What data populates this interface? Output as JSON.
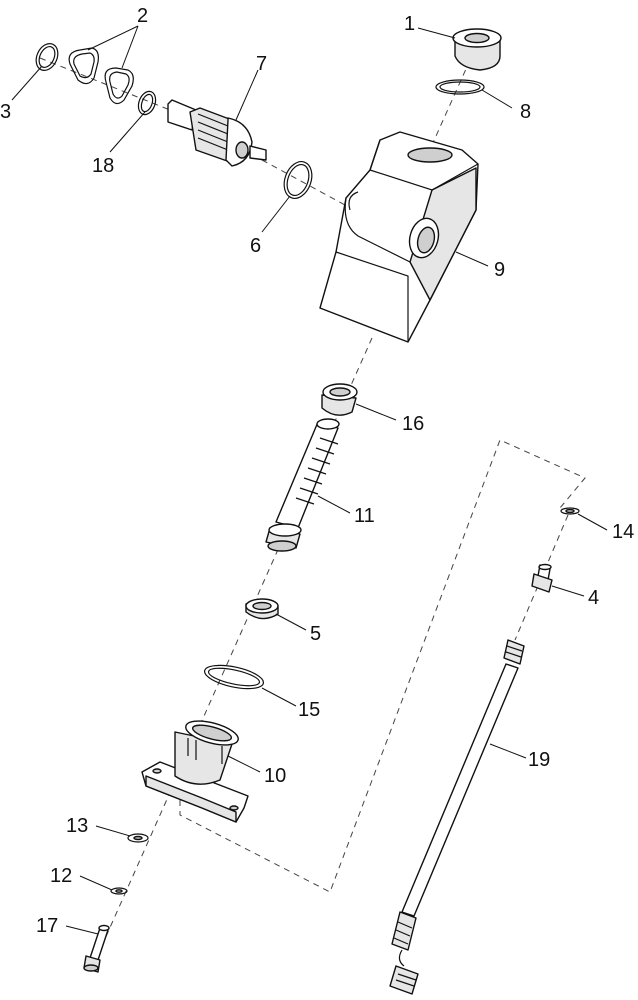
{
  "diagram": {
    "callouts": [
      {
        "id": "c1",
        "text": "1"
      },
      {
        "id": "c2",
        "text": "2"
      },
      {
        "id": "c3",
        "text": "3"
      },
      {
        "id": "c4",
        "text": "4"
      },
      {
        "id": "c5",
        "text": "5"
      },
      {
        "id": "c6",
        "text": "6"
      },
      {
        "id": "c7",
        "text": "7"
      },
      {
        "id": "c8",
        "text": "8"
      },
      {
        "id": "c9",
        "text": "9"
      },
      {
        "id": "c10",
        "text": "10"
      },
      {
        "id": "c11",
        "text": "11"
      },
      {
        "id": "c12",
        "text": "12"
      },
      {
        "id": "c13",
        "text": "13"
      },
      {
        "id": "c14",
        "text": "14"
      },
      {
        "id": "c15",
        "text": "15"
      },
      {
        "id": "c16",
        "text": "16"
      },
      {
        "id": "c17",
        "text": "17"
      },
      {
        "id": "c18",
        "text": "18"
      },
      {
        "id": "c19",
        "text": "19"
      }
    ]
  }
}
